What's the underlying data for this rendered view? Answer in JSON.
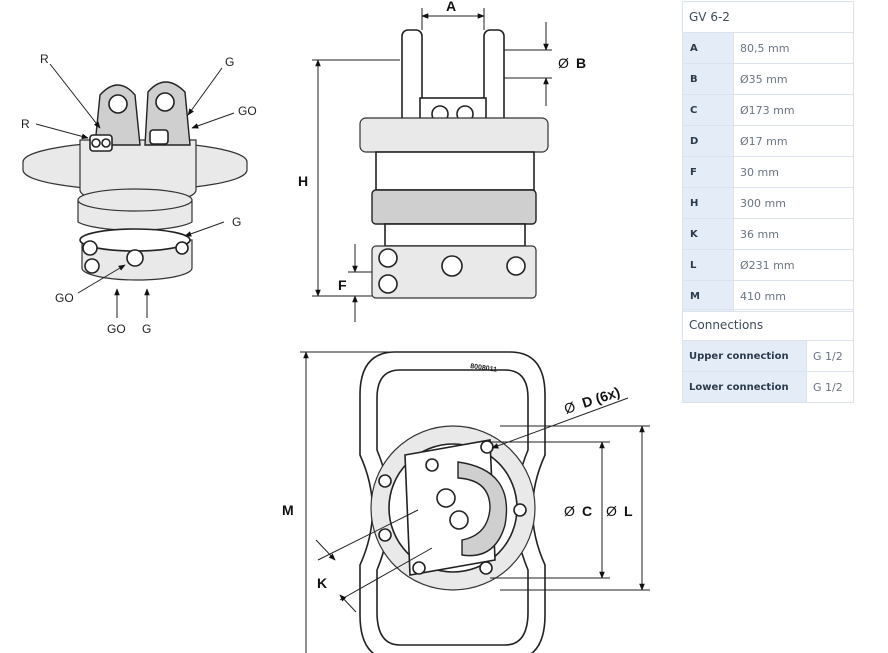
{
  "iso_labels": {
    "r1": "R",
    "r2": "R",
    "g1": "G",
    "go1": "GO",
    "g2": "G",
    "go2": "GO",
    "go3": "GO",
    "g3": "G"
  },
  "dims": {
    "a": "A",
    "b": "B",
    "h": "H",
    "f": "F",
    "m": "M",
    "k": "K",
    "d": "D (6x)",
    "c": "C",
    "l": "L",
    "dia": "Ø"
  },
  "part_no": "8008011",
  "spec": {
    "title": "GV 6-2",
    "rows": [
      {
        "key": "A",
        "value": "80,5 mm"
      },
      {
        "key": "B",
        "value": "Ø35 mm"
      },
      {
        "key": "C",
        "value": "Ø173 mm"
      },
      {
        "key": "D",
        "value": "Ø17 mm"
      },
      {
        "key": "F",
        "value": "30 mm"
      },
      {
        "key": "H",
        "value": "300 mm"
      },
      {
        "key": "K",
        "value": "36 mm"
      },
      {
        "key": "L",
        "value": "Ø231 mm"
      },
      {
        "key": "M",
        "value": "410 mm"
      }
    ]
  },
  "connections": {
    "title": "Connections",
    "rows": [
      {
        "key": "Upper connection",
        "value": "G 1/2"
      },
      {
        "key": "Lower connection",
        "value": "G 1/2"
      }
    ]
  }
}
